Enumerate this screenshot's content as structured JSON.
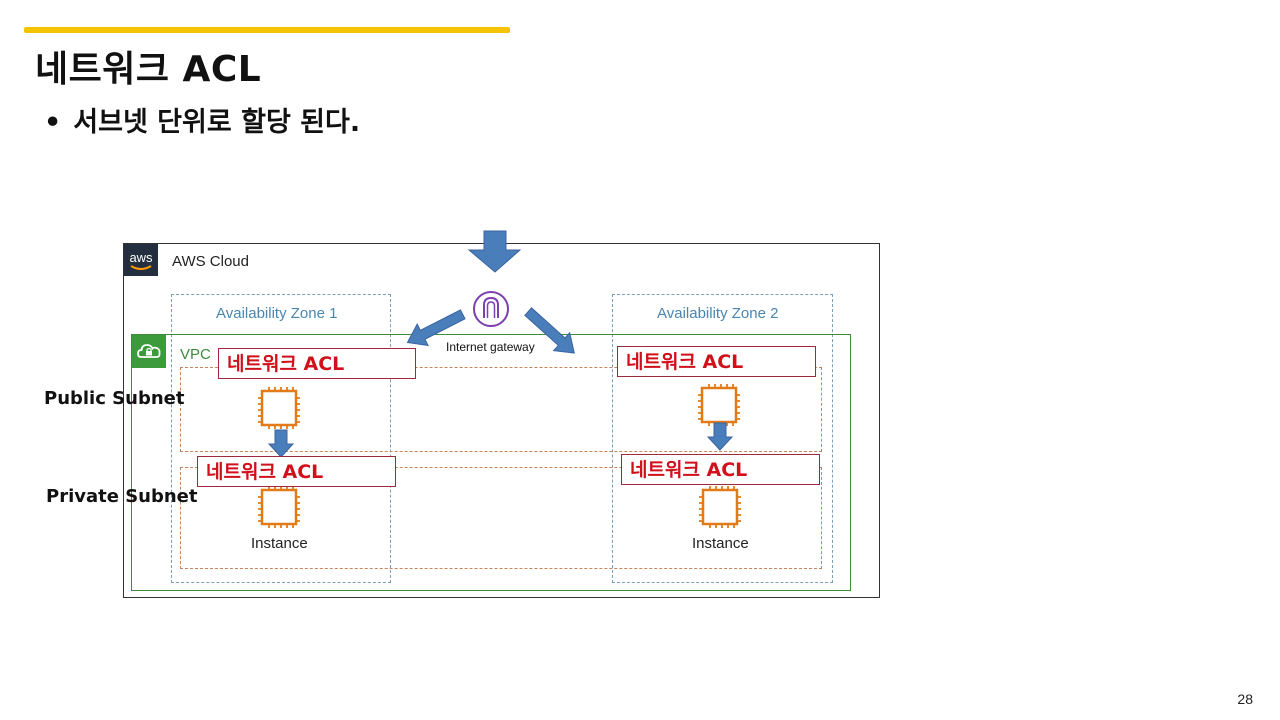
{
  "slide": {
    "title": "네트워크 ACL",
    "bullet": "서브넷 단위로 할당 된다.",
    "page_number": "28"
  },
  "diagram": {
    "cloud_label": "AWS Cloud",
    "logo_text": "aws",
    "vpc_label": "VPC",
    "az1_label": "Availability Zone 1",
    "az2_label": "Availability Zone 2",
    "igw_label": "Internet gateway",
    "public_subnet_label": "Public Subnet",
    "private_subnet_label": "Private Subnet",
    "acl_label": "네트워크 ACL",
    "instance_label": "Instance",
    "colors": {
      "accent": "#f5c400",
      "acl_text": "#d0101a",
      "arrow_fill": "#4a7ebb",
      "vpc_green": "#3f8b3f",
      "az_blue": "#7aa0b8",
      "subnet_orange": "#c8845a",
      "ec2_orange": "#e07b18"
    }
  }
}
